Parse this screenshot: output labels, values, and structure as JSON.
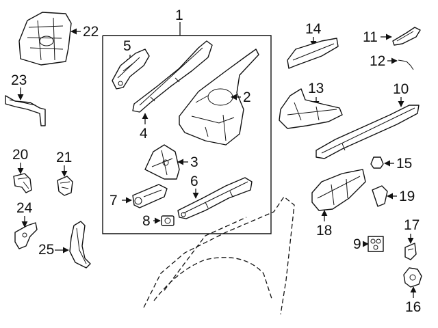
{
  "callouts": {
    "c1": "1",
    "c2": "2",
    "c3": "3",
    "c4": "4",
    "c5": "5",
    "c6": "6",
    "c7": "7",
    "c8": "8",
    "c9": "9",
    "c10": "10",
    "c11": "11",
    "c12": "12",
    "c13": "13",
    "c14": "14",
    "c15": "15",
    "c16": "16",
    "c17": "17",
    "c18": "18",
    "c19": "19",
    "c20": "20",
    "c21": "21",
    "c22": "22",
    "c23": "23",
    "c24": "24",
    "c25": "25"
  },
  "colors": {
    "line": "#111111",
    "background": "#ffffff"
  }
}
